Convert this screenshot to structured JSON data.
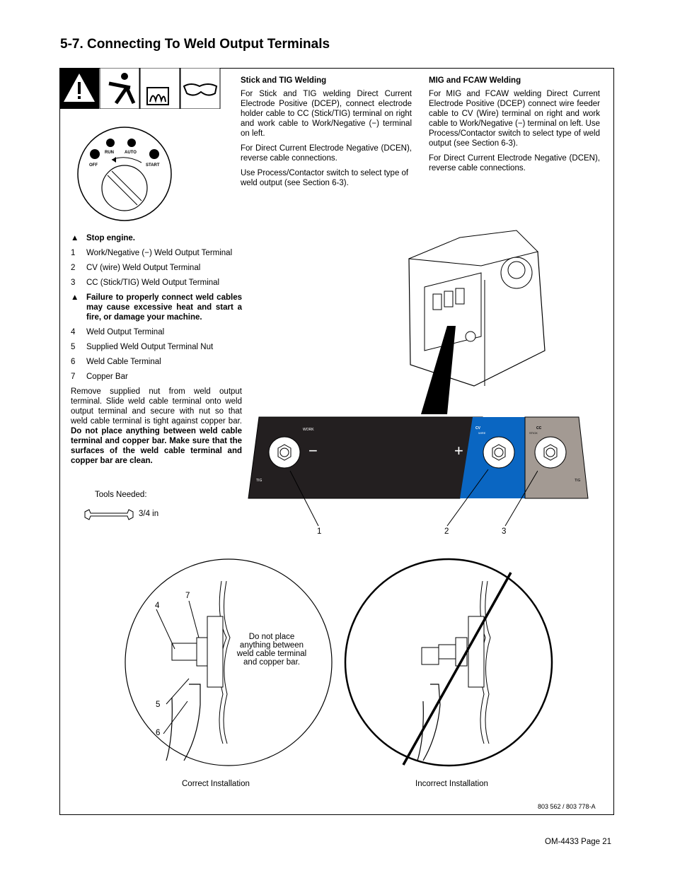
{
  "header": {
    "title": "5-7.   Connecting To Weld Output Terminals"
  },
  "stick": {
    "heading": "Stick and TIG Welding",
    "p1": "For Stick and TIG welding Direct Current Electrode Positive (DCEP), connect electrode holder cable to CC (Stick/TIG) terminal on right and work cable to Work/Negative (−) terminal on left.",
    "p2": "For Direct Current Electrode Negative (DCEN), reverse cable connections.",
    "p3": "Use Process/Contactor switch to select type of weld output (see Section 6-3)."
  },
  "mig": {
    "heading": "MIG and FCAW Welding",
    "p1": "For MIG and FCAW welding Direct Current Electrode Positive (DCEP) connect wire feeder cable to CV (Wire) terminal on right and work cable to Work/Negative (−) terminal on left. Use Process/Contactor switch to select type of weld output (see Section 6-3).",
    "p2": "For Direct Current Electrode Negative (DCEN), reverse cable connections."
  },
  "switch": {
    "off": "OFF",
    "run": "RUN",
    "auto": "AUTO",
    "start": "START"
  },
  "list": [
    {
      "n": "▲",
      "t": "Stop engine.",
      "bold": true
    },
    {
      "n": "1",
      "t": "Work/Negative (−) Weld Output Terminal"
    },
    {
      "n": "2",
      "t": "CV (wire) Weld Output Terminal"
    },
    {
      "n": "3",
      "t": "CC (Stick/TIG) Weld Output Terminal"
    },
    {
      "n": "▲",
      "t": "Failure to properly connect weld cables may cause excessive heat and start a fire, or damage your machine.",
      "bold": true
    },
    {
      "n": "4",
      "t": "Weld Output Terminal"
    },
    {
      "n": "5",
      "t": "Supplied Weld Output Terminal Nut"
    },
    {
      "n": "6",
      "t": "Weld Cable Terminal"
    },
    {
      "n": "7",
      "t": "Copper Bar"
    }
  ],
  "instruction": {
    "normal": "Remove supplied nut from weld output terminal. Slide weld cable terminal onto weld output terminal and secure with nut so that weld cable terminal is tight against copper bar. ",
    "bold": "Do not place anything between weld cable terminal and copper bar. Make sure that the surfaces of the weld cable terminal and copper bar are clean."
  },
  "tools": {
    "label": "Tools Needed:",
    "size": "3/4 in"
  },
  "panel": {
    "work": "WORK",
    "tig": "TIG",
    "cv": "CV",
    "wire": "WIRE",
    "cc": "CC",
    "stick": "STICK",
    "tig2": "TIG",
    "minus": "−",
    "plus": "+",
    "colors": {
      "black": "#231f20",
      "blue": "#0a66c2",
      "gray": "#a39a93"
    }
  },
  "callouts": {
    "c1": "1",
    "c2": "2",
    "c3": "3",
    "c4": "4",
    "c5": "5",
    "c6": "6",
    "c7": "7"
  },
  "detail": {
    "note": "Do not place anything between weld cable terminal and copper bar.",
    "correct": "Correct Installation",
    "incorrect": "Incorrect Installation"
  },
  "partnum": "803 562 / 803 778-A",
  "footer": "OM-4433 Page 21"
}
